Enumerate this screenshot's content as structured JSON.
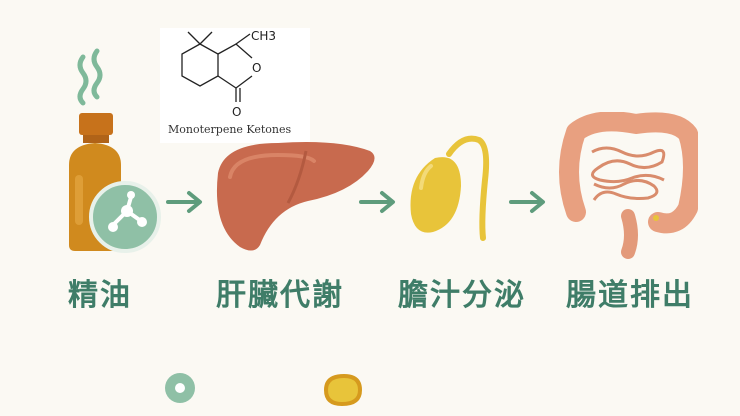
{
  "steps": [
    {
      "label": "精油",
      "icon": "essential-oil-bottle-icon"
    },
    {
      "label": "肝臟代謝",
      "icon": "liver-icon"
    },
    {
      "label": "膽汁分泌",
      "icon": "gallbladder-icon"
    },
    {
      "label": "腸道排出",
      "icon": "intestine-icon"
    }
  ],
  "molecule": {
    "caption": "Monoterpene Ketones",
    "methyl_label": "CH3",
    "ring_oxygen": "O",
    "carbonyl_oxygen": "O"
  },
  "colors": {
    "label_green": "#3f7d68",
    "arrow_green": "#5e9c7c",
    "bottle_amber": "#d08a1e",
    "liver_red": "#c86a4e",
    "gallbladder_yellow": "#e8c43a",
    "intestine_pink": "#e8a080"
  }
}
